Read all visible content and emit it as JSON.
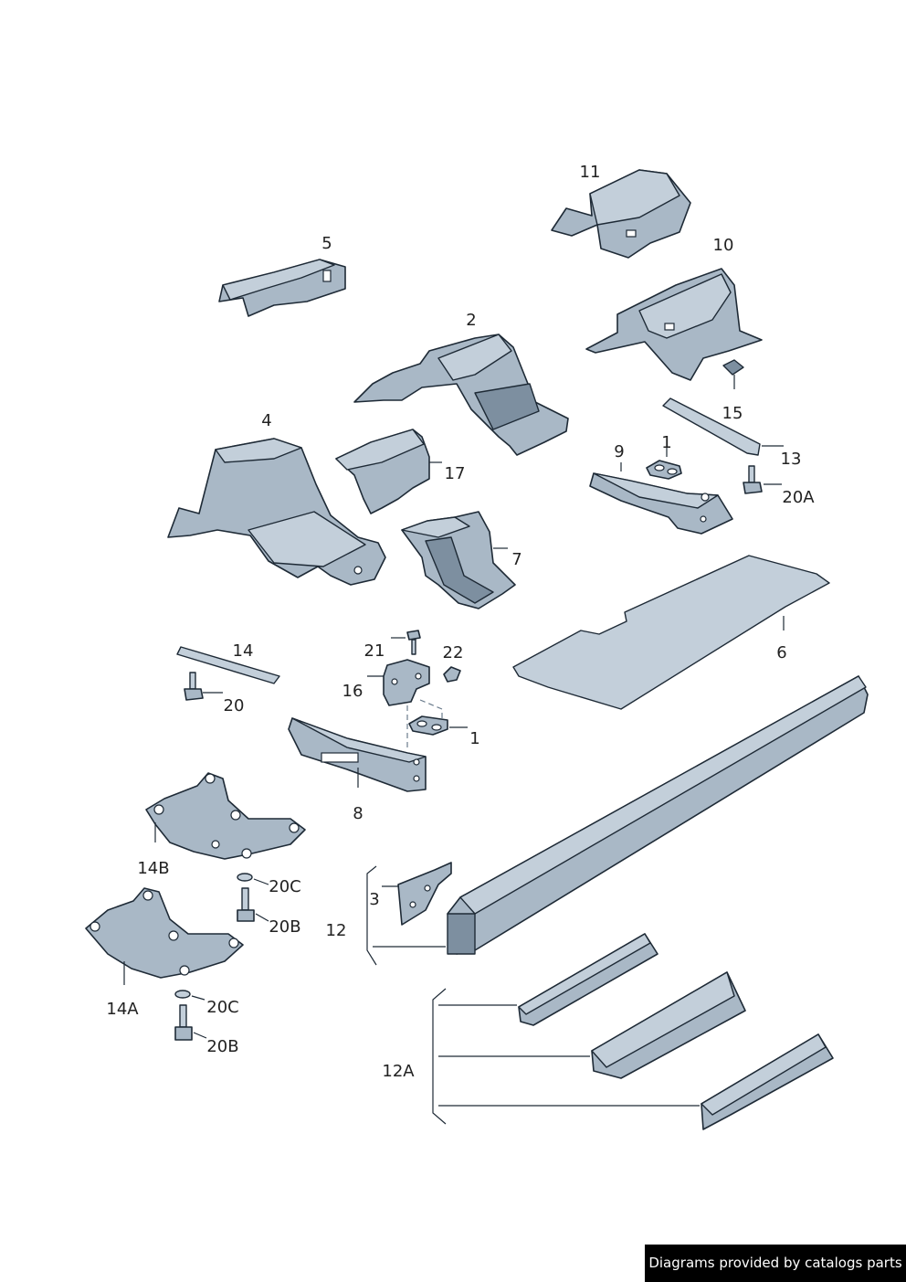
{
  "callouts": {
    "c11": "11",
    "c5": "5",
    "c10": "10",
    "c2": "2",
    "c15": "15",
    "c4": "4",
    "c17": "17",
    "c13": "13",
    "c9": "9",
    "c1a": "1",
    "c20a": "20A",
    "c7": "7",
    "c6": "6",
    "c14": "14",
    "c21": "21",
    "c22": "22",
    "c16": "16",
    "c20": "20",
    "c1b": "1",
    "c8": "8",
    "c14b": "14B",
    "c20c_a": "20C",
    "c3": "3",
    "c20b_a": "20B",
    "c12": "12",
    "c14a": "14A",
    "c20c_b": "20C",
    "c20b_b": "20B",
    "c12a": "12A"
  },
  "footer": {
    "text": "Diagrams provided by catalogs parts"
  },
  "colors": {
    "part": "#a9b8c6",
    "outline": "#1e2a36",
    "footer_bg": "#000000"
  }
}
